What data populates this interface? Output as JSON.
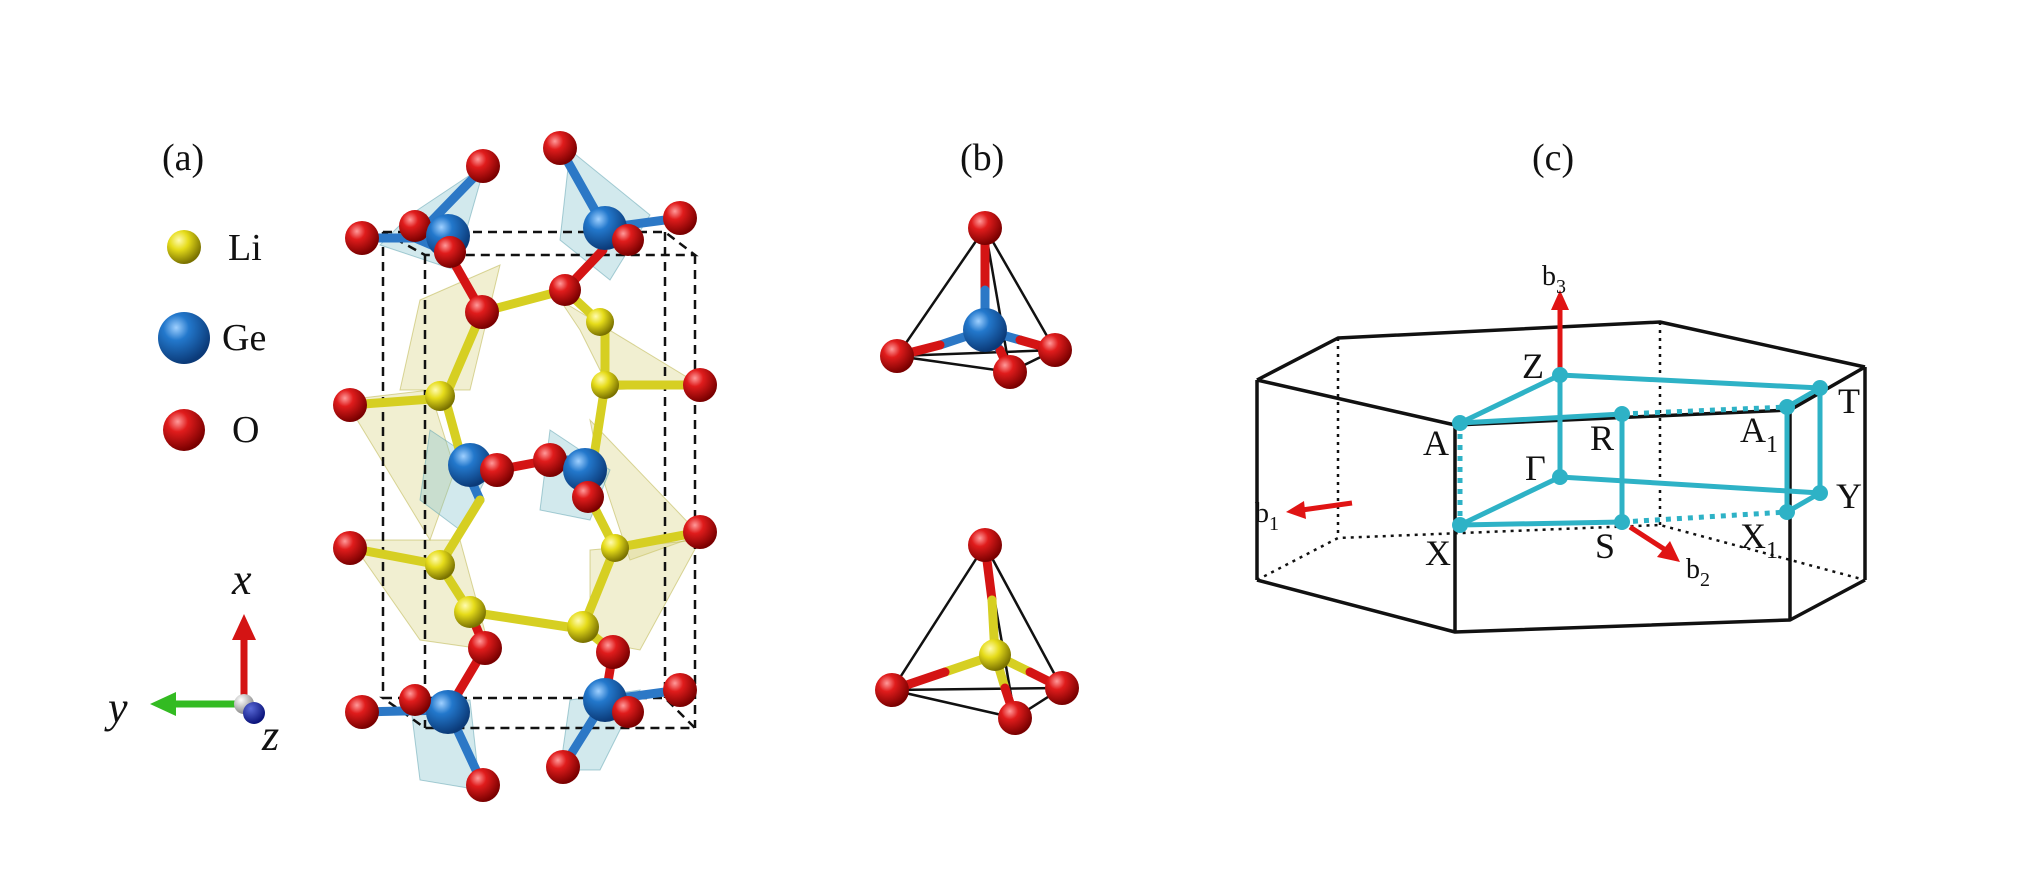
{
  "panels": {
    "a": "(a)",
    "b": "(b)",
    "c": "(c)"
  },
  "legend": [
    {
      "symbol": "Li",
      "label": "Li",
      "color": "#e6dc1a"
    },
    {
      "symbol": "Ge",
      "label": "Ge",
      "color": "#1f6fc4"
    },
    {
      "symbol": "O",
      "label": "O",
      "color": "#d10f0f"
    }
  ],
  "axes": {
    "x": "x",
    "y": "y",
    "z": "z"
  },
  "kpoints": {
    "Z": "Z",
    "A": "A",
    "R": "R",
    "Gamma": "Γ",
    "A1_base": "A",
    "A1_sub": "1",
    "T": "T",
    "Y": "Y",
    "X": "X",
    "S": "S",
    "X1_base": "X",
    "X1_sub": "1"
  },
  "vectors": {
    "b1_base": "b",
    "b1_sub": "1",
    "b2_base": "b",
    "b2_sub": "2",
    "b3_base": "b",
    "b3_sub": "3"
  },
  "colors": {
    "li": "#e6dc1a",
    "ge": "#1f6fc4",
    "o": "#d10f0f",
    "kpath": "#2eb2c6",
    "vector": "#e01414"
  }
}
